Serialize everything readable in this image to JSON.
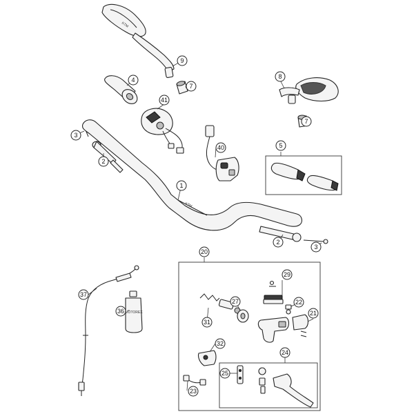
{
  "callouts": {
    "c1": "1",
    "c2a": "2",
    "c2b": "2",
    "c3a": "3",
    "c3b": "3",
    "c4": "4",
    "c5": "5",
    "c7a": "7",
    "c7b": "7",
    "c8": "8",
    "c9": "9",
    "c20": "20",
    "c21": "21",
    "c22": "22",
    "c23": "23",
    "c24": "24",
    "c25": "25",
    "c27": "27",
    "c29": "29",
    "c31": "31",
    "c32": "32",
    "c36": "36",
    "c37": "37",
    "c40": "40",
    "c41": "41"
  }
}
